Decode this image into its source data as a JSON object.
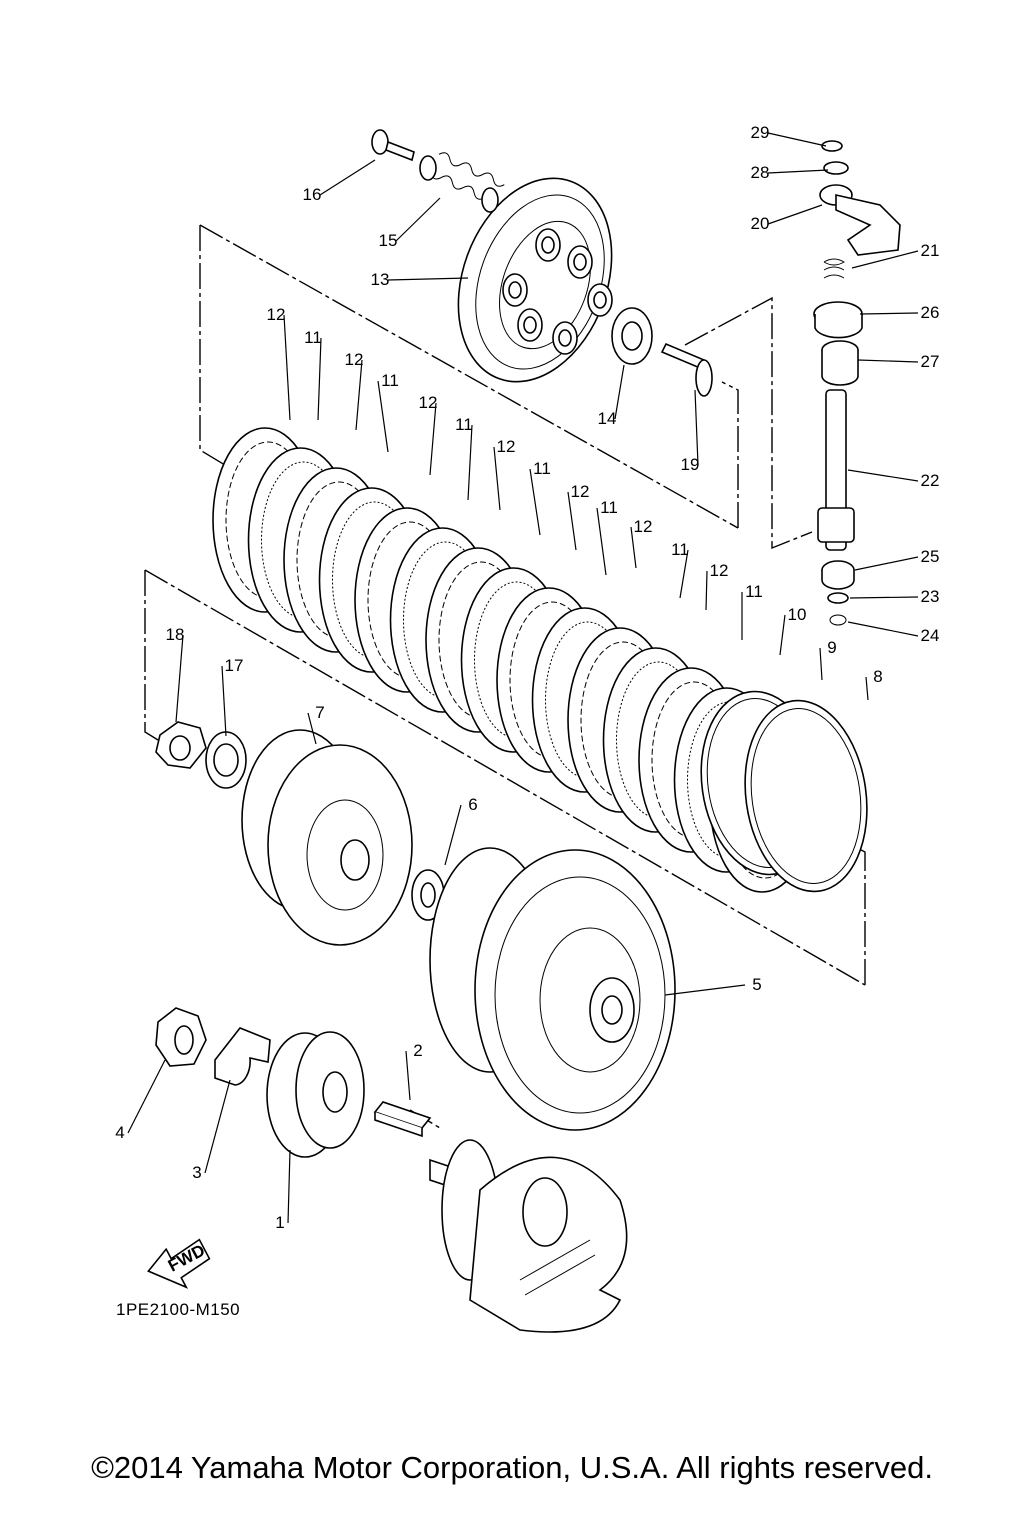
{
  "diagram": {
    "code": "1PE2100-M150",
    "copyright": "©2014 Yamaha Motor Corporation, U.S.A. All rights reserved.",
    "fwd_label": "FWD",
    "callouts": [
      {
        "n": "1"
      },
      {
        "n": "2"
      },
      {
        "n": "3"
      },
      {
        "n": "4"
      },
      {
        "n": "5"
      },
      {
        "n": "7"
      },
      {
        "n": "6"
      },
      {
        "n": "8"
      },
      {
        "n": "9"
      },
      {
        "n": "10"
      },
      {
        "n": "11"
      },
      {
        "n": "11"
      },
      {
        "n": "11"
      },
      {
        "n": "11"
      },
      {
        "n": "11"
      },
      {
        "n": "11"
      },
      {
        "n": "11"
      },
      {
        "n": "12"
      },
      {
        "n": "12"
      },
      {
        "n": "12"
      },
      {
        "n": "12"
      },
      {
        "n": "12"
      },
      {
        "n": "12"
      },
      {
        "n": "12"
      },
      {
        "n": "13"
      },
      {
        "n": "14"
      },
      {
        "n": "15"
      },
      {
        "n": "16"
      },
      {
        "n": "17"
      },
      {
        "n": "18"
      },
      {
        "n": "19"
      },
      {
        "n": "20"
      },
      {
        "n": "21"
      },
      {
        "n": "22"
      },
      {
        "n": "23"
      },
      {
        "n": "24"
      },
      {
        "n": "25"
      },
      {
        "n": "26"
      },
      {
        "n": "27"
      },
      {
        "n": "28"
      },
      {
        "n": "29"
      }
    ]
  }
}
